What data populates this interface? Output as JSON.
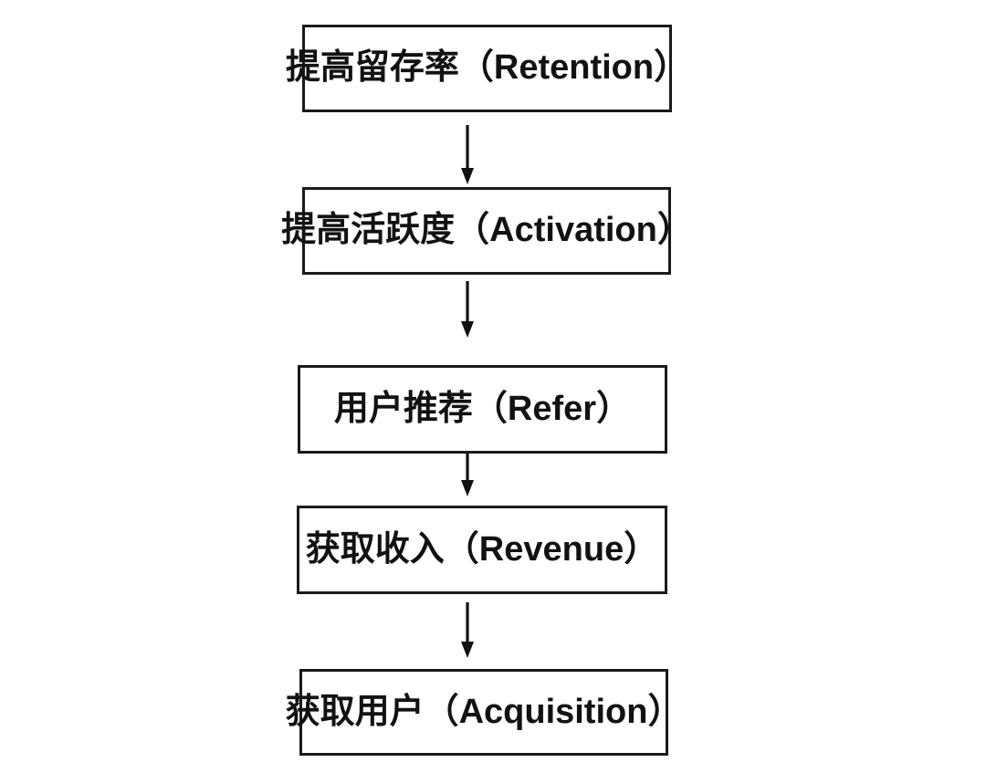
{
  "diagram": {
    "type": "flowchart",
    "orientation": "top-to-bottom",
    "background_color": "#ffffff",
    "box_border_color": "#1a1a1a",
    "text_color": "#121212",
    "arrow_color": "#111111",
    "nodes": [
      {
        "id": "retention",
        "label": "提高留存率（Retention）"
      },
      {
        "id": "activation",
        "label": "提高活跃度（Activation）"
      },
      {
        "id": "refer",
        "label": "用户推荐（Refer）"
      },
      {
        "id": "revenue",
        "label": "获取收入（Revenue）"
      },
      {
        "id": "acquisition",
        "label": "获取用户（Acquisition）"
      }
    ],
    "edges": [
      {
        "id": "edge-retention-activation",
        "from": "retention",
        "to": "activation",
        "marker": "arrow-down"
      },
      {
        "id": "edge-activation-refer",
        "from": "activation",
        "to": "refer",
        "marker": "arrow-down"
      },
      {
        "id": "edge-refer-revenue",
        "from": "refer",
        "to": "revenue",
        "marker": "arrow-down"
      },
      {
        "id": "edge-revenue-acquisition",
        "from": "revenue",
        "to": "acquisition",
        "marker": "arrow-down"
      }
    ]
  }
}
